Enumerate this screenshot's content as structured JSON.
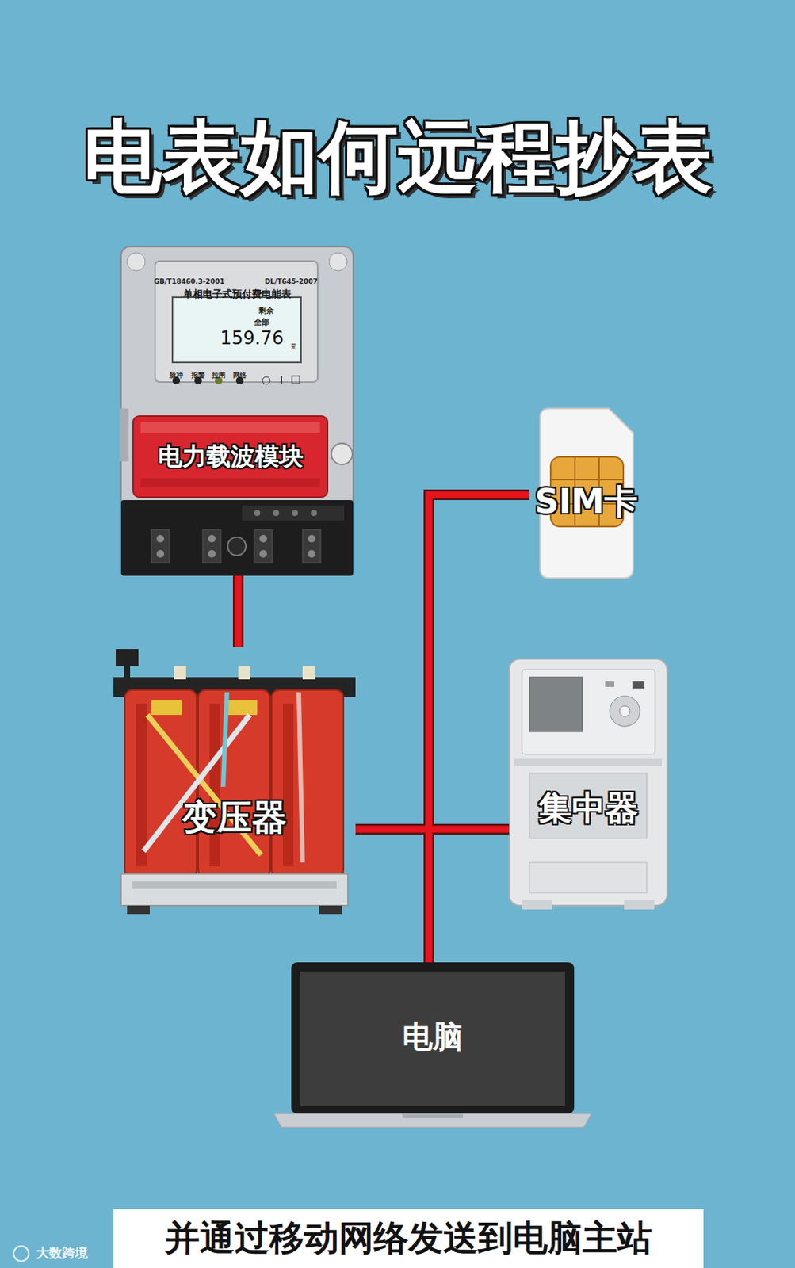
{
  "diagram": {
    "title": "电表如何远程抄表",
    "caption": "并通过移动网络发送到电脑主站",
    "nodes": [
      {
        "text": [
          "单相电子式预付费电能表"
        ]
      },
      {
        "text": [
          "电力载波模块"
        ],
        "in": 0
      },
      {
        "text": [
          "SIM卡"
        ]
      },
      {
        "text": [
          "变压器"
        ]
      },
      {
        "text": [
          "集中器"
        ]
      },
      {
        "text": [
          "电脑"
        ]
      }
    ],
    "edges": [
      {
        "from": 0,
        "to": 3,
        "arrow": "none"
      },
      {
        "from": 3,
        "to": 4,
        "arrow": "none"
      },
      {
        "from": 2,
        "to": 5,
        "arrow": "none"
      }
    ],
    "labels": [
      "GB/T18460.3-2001",
      "DL/T645-2007",
      "剩余",
      "全部",
      "159.76",
      "元",
      "脉冲",
      "报警",
      "拉闸",
      "网络",
      "大数跨境"
    ]
  }
}
